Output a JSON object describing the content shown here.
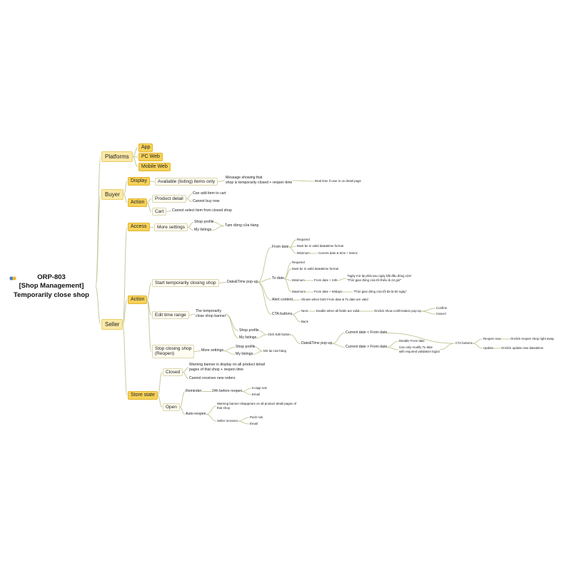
{
  "root": {
    "label": "ORP-803\n[Shop Management]\nTemporarily close shop"
  },
  "colors": {
    "primary_node": "#f7d25a",
    "main_branch": "#fbe9a6",
    "connector": "#c8ca9e",
    "icon_blue": "#3d7fd6",
    "icon_yellow": "#f2b31d"
  },
  "icons": {
    "root": "mindmap-icon"
  },
  "tree": {
    "platforms": "Platforms",
    "app": "App",
    "pc_web": "PC Web",
    "mobile_web": "Mobile Web",
    "buyer": "Buyer",
    "display": "Display",
    "available_items": "Available (listing) items only",
    "message_showing": "Message showing that\nshop is temporarily closed + reopen time",
    "real_time": "Real time if user is on detail page",
    "buyer_action": "Action",
    "product_detail": "Product detail",
    "can_add_cart": "Can add item to cart",
    "cannot_buy": "Cannot buy now",
    "cart": "Cart",
    "cannot_select": "Cannot select item from closed shop",
    "seller": "Seller",
    "access": "Access",
    "more_settings": "More settings",
    "shop_profile_1": "Shop profile",
    "my_listings_1": "My listings",
    "tam_dung": "Tạm dừng cửa hàng",
    "seller_action": "Action",
    "start_closing": "Start temporarily closing shop",
    "date_time_popup_1": "Date&Time pop-up",
    "from_date": "From date",
    "required_1": "Required",
    "valid_format_1": "Must be in valid date&time format",
    "minimum_1": "Minimum",
    "current_date_5min": "Current date & time + 5mins",
    "to_date": "To date",
    "required_2": "Required",
    "valid_format_2": "Must be in valid date&time format",
    "minimum_2": "Minimum",
    "from_date_24h": "From date + 24h",
    "msg_24h": "\"Ngày mở lại phải sau ngày bắt đầu đóng cửa\"\n\"Thời gian đóng cửa tối thiểu là 24 giờ\"",
    "maximum": "Maximum",
    "from_date_60": "From date + 60days",
    "msg_60": "\"Thời gian đóng cửa tối đa là 60 ngày\"",
    "alert_content": "Alert content",
    "alert_shown": "Shown when both From date & To date are valid",
    "cta_buttons_1": "CTA buttons",
    "next": "Next",
    "enable_when": "Enable when all fields are valid",
    "onclick_confirm": "Onclick show confirmation pop-up",
    "confirm": "Confirm",
    "cancel": "Cancel",
    "back": "Back",
    "edit_time_range": "Edit time range",
    "banner": "The temporarily\nclose shop banner",
    "shop_profile_2": "Shop profile",
    "my_listings_2": "My listings",
    "click_edit": "Click Edit button",
    "date_time_popup_2": "Date&Time pop-up",
    "current_lt_from": "Current date < From date",
    "current_gt_from": "Current date > From date",
    "disable_from": "Disable From date",
    "can_only_modify": "Can only modify To date\nwith required validation logics",
    "cta_buttons_2": "CTA buttons",
    "reopen_now": "Reopen now",
    "onclick_reopen": "Onclick reopen shop right away",
    "update": "Update",
    "onclick_update": "Onclick update new date&time",
    "stop_closing": "Stop closing shop\n(Reopen)",
    "more_settings_2": "More settings",
    "shop_profile_3": "Shop profile",
    "my_listings_3": "My listings",
    "mo_lai": "Mở lại cửa hàng",
    "store_state": "Store state",
    "closed": "Closed",
    "warning_banner": "Warning banner is display on all product detail\npages of that shop + reopen time",
    "cannot_receive": "Cannot receives new orders",
    "open": "Open",
    "reminder": "Reminder",
    "before_24h": "24h before reopen",
    "in_app_noti": "In-app noti",
    "email_1": "Email",
    "auto_reopen": "Auto-reopen",
    "warning_disappears": "Warning banner disappears on all product detail pages of\nthat shop",
    "seller_receives": "Seller receives",
    "push_noti": "Push noti",
    "email_2": "Email"
  }
}
